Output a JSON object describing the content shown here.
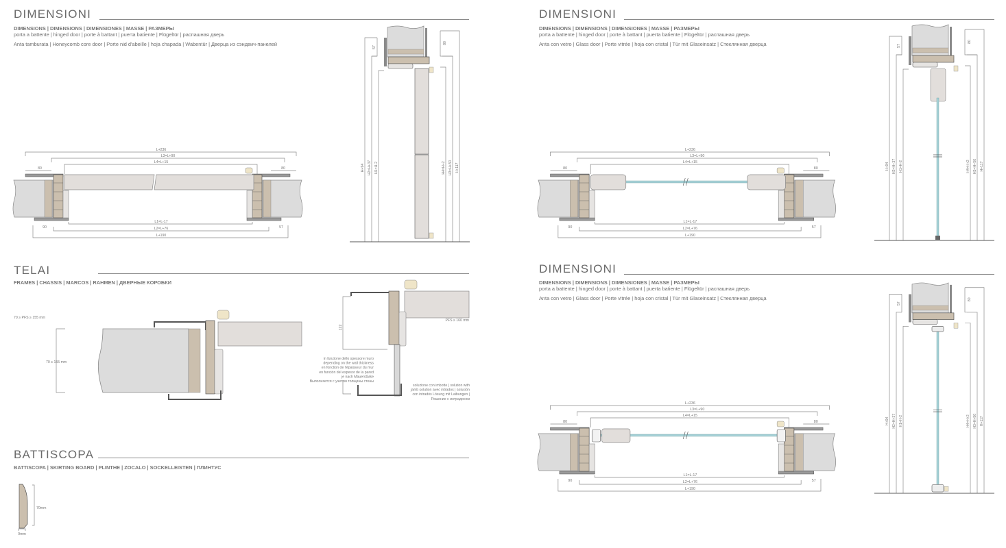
{
  "panels": {
    "honeycomb": {
      "title": "DIMENSIONI",
      "line1": "DIMENSIONS | DIMENSIONS | DIMENSIONES | MASSE | РАЗМЕРЫ",
      "line2": "porta a battente | hinged door | porte à battant | puerta batiente | Flügeltür | распашная дверь",
      "line3": "Anta tamburata | Honeycomb core door | Porte nid d'abeille | hoja chapada | Wabentür | Дверца из сэндвич-панелей"
    },
    "glass_top": {
      "title": "DIMENSIONI",
      "line1": "DIMENSIONS | DIMENSIONS | DIMENSIONES | MASSE | РАЗМЕРЫ",
      "line2": "porta a battente | hinged door | porte à battant | puerta batiente | Flügeltür | распашная дверь",
      "line3": "Anta con vetro | Glass door | Porte vitrée | hoja con cristal | Tür mit Glaseinsatz | Стеклянная дверца"
    },
    "glass_bottom": {
      "title": "DIMENSIONI",
      "line1": "DIMENSIONS | DIMENSIONS | DIMENSIONES | MASSE | РАЗМЕРЫ",
      "line2": "porta a battente | hinged door | porte à battant | puerta batiente | Flügeltür | распашная дверь",
      "line3": "Anta con vetro | Glass door | Porte vitrée | hoja con cristal | Tür mit Glaseinsatz | Стеклянная дверца"
    },
    "frames": {
      "title": "TELAI",
      "line1": "FRAMES | CHASSIS | MARCOS | RAHMEN | ДВЕРНЫЕ КОРОБКИ",
      "range_label": "70 ≥ PFS ≥ 155 mm",
      "wall_label": "70 ≥ 155 mm",
      "jamb_height": "122",
      "pfs_label": "PFS ≥ 160 mm",
      "wall_note": [
        "in funzione dello spessore muro",
        "depending on the wall thickness",
        "en fonction de l'épaisseur du mur",
        "en función del espesor de la pared",
        "je nach Mauerstärke",
        "Выполняется с учетом толщины стены"
      ],
      "solution_note": [
        "soluzione con imbotte | solution with",
        "jamb solution avec intrados | solución",
        "con intradós Lösung mit Laibungen |",
        "Решение с интрадосом"
      ]
    },
    "skirting": {
      "title": "BATTISCOPA",
      "line1": "BATTISCOPA | SKIRTING BOARD | PLINTHE | ZOCALO | SOCKELLEISTEN | ПЛИНТУС",
      "height": "70mm",
      "thickness": "9mm"
    }
  },
  "plan_dims": {
    "overall_top": "L+236",
    "l3": "L3=L+90",
    "l4": "L4=L+15",
    "left_top": "80",
    "right_top": "80",
    "l1": "L1=L-17",
    "l2": "L2=L+76",
    "overall_bottom": "L+190",
    "left_bottom": "90",
    "right_bottom": "57"
  },
  "elevation_dims": {
    "h94": "H+94",
    "h2": "H2=H+37",
    "h1": "H1=H-2",
    "h4": "H4=H+2",
    "h3": "H3=H+50",
    "h117": "H+117",
    "top_left": "57",
    "top_right": "80"
  },
  "colors": {
    "wall": "#dcdcdc",
    "leaf": "#e2dedb",
    "wood": "#cbbfae",
    "cream": "#efe5c8",
    "glass": "#a8d3d8",
    "line": "#8a8a8a",
    "dark": "#555555"
  }
}
